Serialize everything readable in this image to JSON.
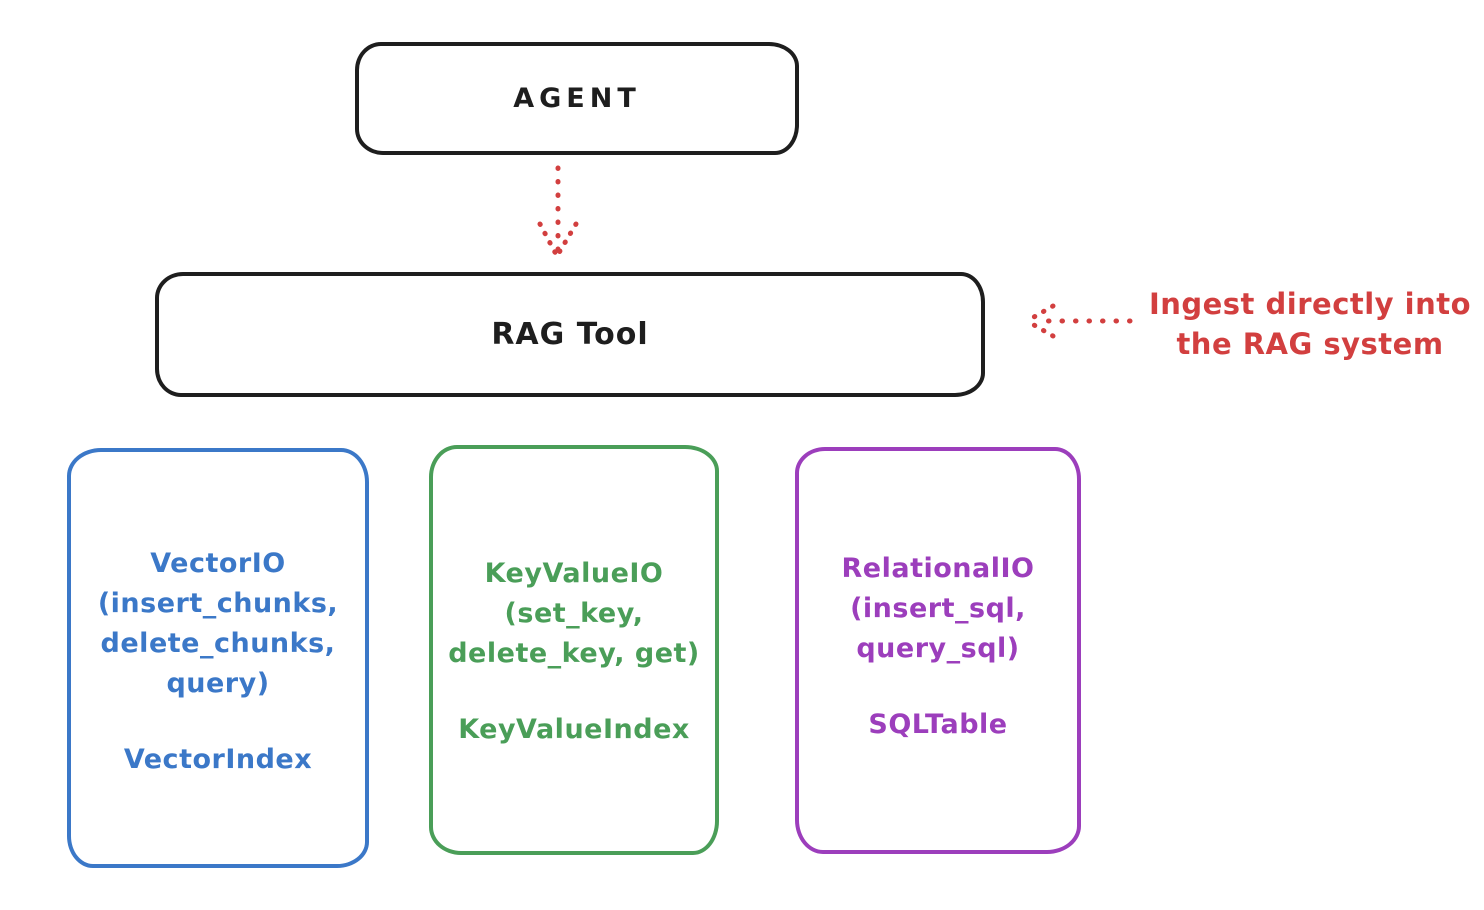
{
  "colors": {
    "ink": "#1e1e1e",
    "red": "#d23f3f",
    "blue": "#3b78c8",
    "green": "#4a9e58",
    "purple": "#9c3ebc",
    "bg": "#ffffff"
  },
  "agent": {
    "label": "AGENT"
  },
  "rag_tool": {
    "label": "RAG Tool"
  },
  "annotation": {
    "line1": "Ingest directly into",
    "line2": "the RAG system"
  },
  "cards": {
    "vector": {
      "io_line1": "VectorIO",
      "io_line2": "(insert_chunks,",
      "io_line3": "delete_chunks,",
      "io_line4": "query)",
      "index_label": "VectorIndex",
      "color": "#3b78c8"
    },
    "keyvalue": {
      "io_line1": "KeyValueIO",
      "io_line2": "(set_key,",
      "io_line3": "delete_key, get)",
      "index_label": "KeyValueIndex",
      "color": "#4a9e58"
    },
    "relational": {
      "io_line1": "RelationalIO",
      "io_line2": "(insert_sql,",
      "io_line3": "query_sql)",
      "index_label": "SQLTable",
      "color": "#9c3ebc"
    }
  }
}
